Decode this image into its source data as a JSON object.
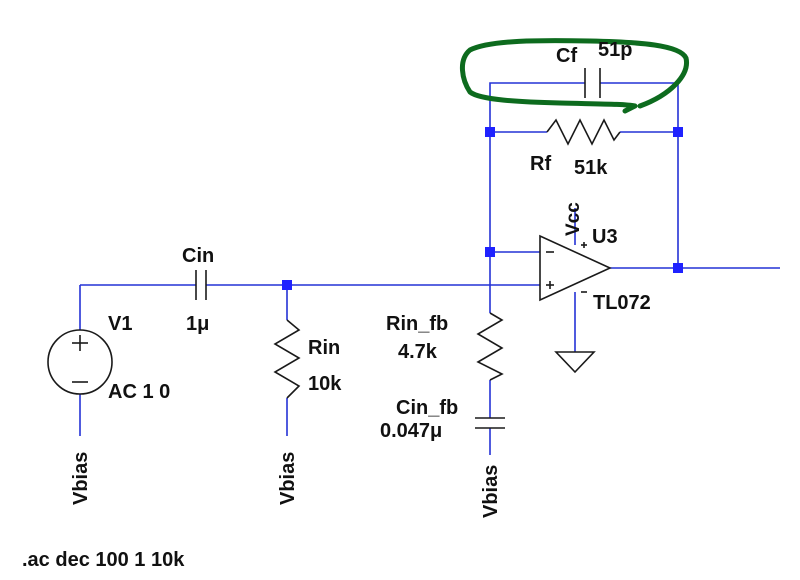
{
  "schematic": {
    "components": {
      "cf": {
        "name": "Cf",
        "value": "51p"
      },
      "rf": {
        "name": "Rf",
        "value": "51k"
      },
      "opamp": {
        "name": "U3",
        "model": "TL072",
        "supply_label": "Vcc"
      },
      "cin": {
        "name": "Cin",
        "value": "1μ"
      },
      "v1": {
        "name": "V1",
        "value": "AC 1 0"
      },
      "rin": {
        "name": "Rin",
        "value": "10k"
      },
      "rin_fb": {
        "name": "Rin_fb",
        "value": "4.7k"
      },
      "cin_fb": {
        "name": "Cin_fb",
        "value": "0.047μ"
      }
    },
    "nets": {
      "vbias_1": "Vbias",
      "vbias_2": "Vbias",
      "vbias_3": "Vbias"
    },
    "directive": ".ac dec 100 1 10k",
    "colors": {
      "wire": "#2432d6",
      "component": "#1a1a1a",
      "node": "#1f22ff",
      "highlight": "#0d6b1e"
    }
  }
}
